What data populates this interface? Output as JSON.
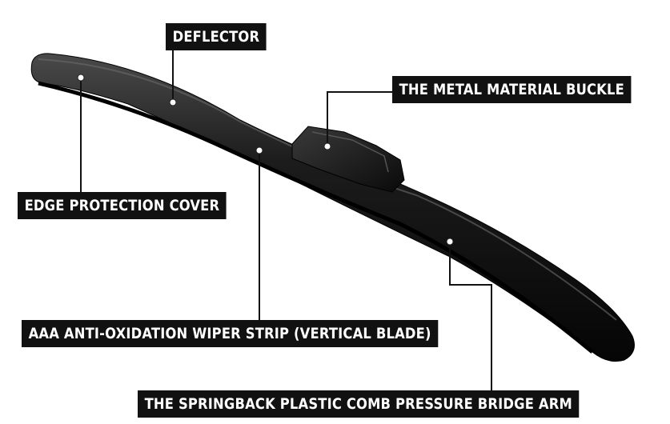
{
  "callouts": {
    "deflector": "DEFLECTOR",
    "buckle": "THE METAL MATERIAL BUCKLE",
    "edge_cover": "EDGE PROTECTION COVER",
    "wiper_strip": "AAA ANTI-OXIDATION WIPER STRIP (VERTICAL BLADE)",
    "bridge_arm": "THE SPRINGBACK PLASTIC COMB PRESSURE BRIDGE ARM"
  },
  "icons": {
    "product": "wiper-blade-icon"
  },
  "colors": {
    "blade": "#141414",
    "label_bg": "#111111",
    "label_text": "#ffffff",
    "background": "#ffffff"
  }
}
